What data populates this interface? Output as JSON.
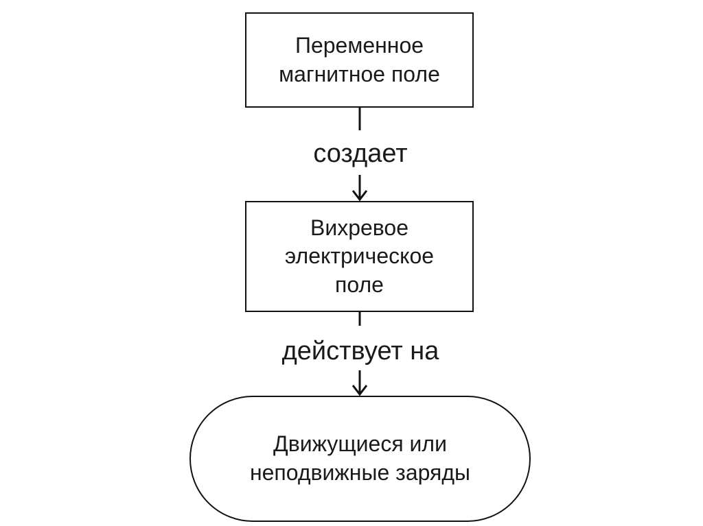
{
  "nodes": {
    "top": {
      "line1": "Переменное",
      "line2": "магнитное поле"
    },
    "middle": {
      "line1": "Вихревое",
      "line2": "электрическое",
      "line3": "поле"
    },
    "bottom": {
      "line1": "Движущиеся или",
      "line2": "неподвижные заряды"
    }
  },
  "edges": {
    "first_label": "создает",
    "second_label": "действует на"
  },
  "colors": {
    "stroke": "#111111",
    "text": "#1a1a1a",
    "background": "#ffffff"
  }
}
